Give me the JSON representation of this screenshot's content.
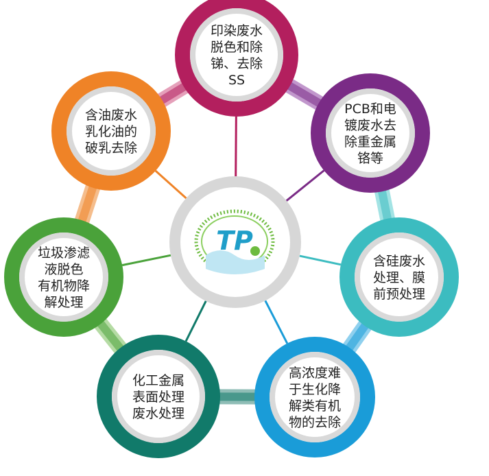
{
  "center": {
    "logo_text": "TP",
    "logo_colors": {
      "letters": "#1f9ec9",
      "ring": "#6dbb3f",
      "dots": "#1aa6d8"
    }
  },
  "colors": {
    "spoke_gray": "#d4d4d4",
    "hub_ring": "#d7d7d7",
    "node_inner_ring": "#d9d9d9"
  },
  "nodes": [
    {
      "id": "dye-wastewater",
      "lines": [
        "印染废水",
        "脱色和除",
        "锑、去除",
        "SS"
      ],
      "color": "#b31f5e",
      "bridge": "#e5a0ba"
    },
    {
      "id": "pcb-wastewater",
      "lines": [
        "PCB和电",
        "镀废水去",
        "除重金属",
        "铬等"
      ],
      "color": "#7a2b86",
      "bridge": "#c197cc"
    },
    {
      "id": "silicon-wastewater",
      "lines": [
        "含硅废水",
        "处理、膜",
        "前预处理"
      ],
      "color": "#3cbcc0",
      "bridge": "#a3e3e4"
    },
    {
      "id": "high-concentration",
      "lines": [
        "高浓度难",
        "于生化降",
        "解类有机",
        "物的去除"
      ],
      "color": "#1a9cd8",
      "bridge": "#8fd0ee"
    },
    {
      "id": "chemical-metal",
      "lines": [
        "化工金属",
        "表面处理",
        "废水处理"
      ],
      "color": "#117a6a",
      "bridge": "#8fbdb6"
    },
    {
      "id": "landfill-leachate",
      "lines": [
        "垃圾渗滤",
        "液脱色",
        "有机物降",
        "解处理"
      ],
      "color": "#4aa23a",
      "bridge": "#b5dba4"
    },
    {
      "id": "oily-wastewater",
      "lines": [
        "含油废水",
        "乳化油的",
        "破乳去除"
      ],
      "color": "#ef8327",
      "bridge": "#f5bd8c"
    }
  ]
}
